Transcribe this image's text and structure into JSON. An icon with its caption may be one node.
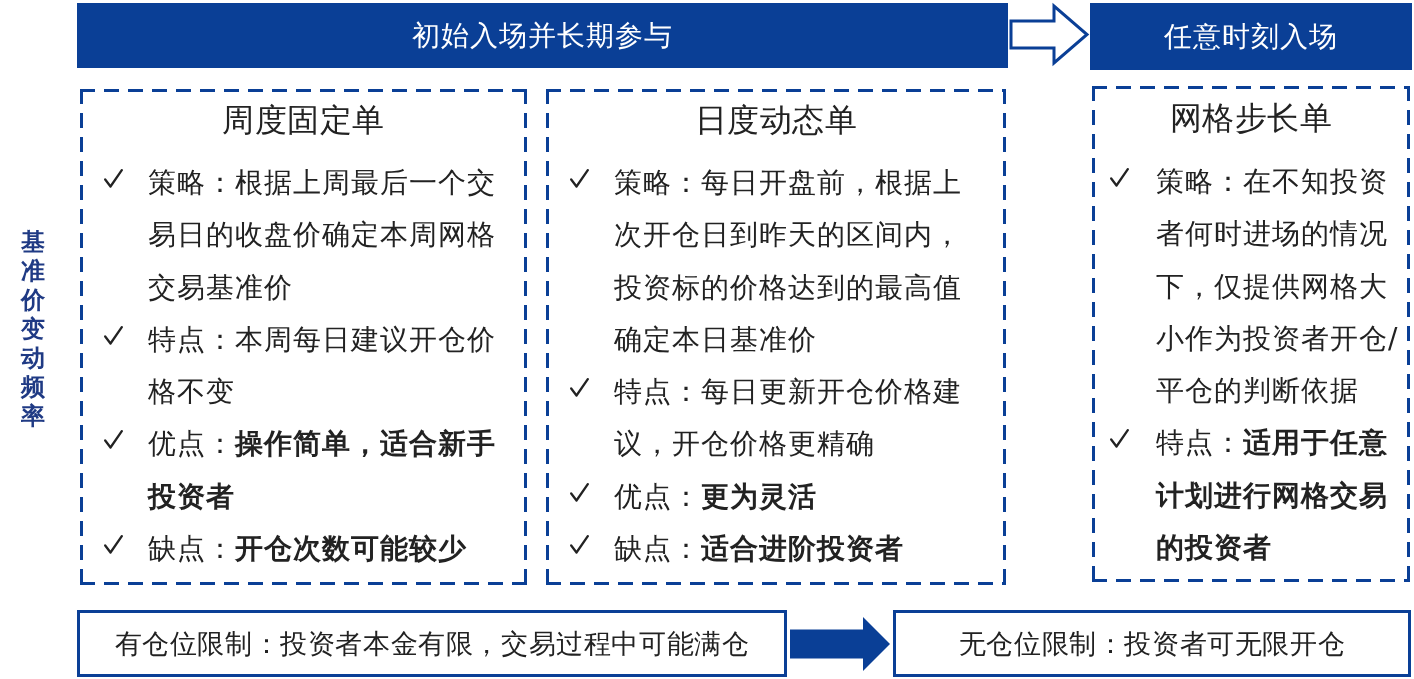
{
  "diagram": {
    "nodes": [
      {
        "text": [
          "初始入场并长期参与"
        ]
      },
      {
        "text": [
          "任意时刻入场"
        ]
      },
      {
        "text": [
          "周度固定单",
          "策略：根据上周最后一个交易日的收盘价确定本周网格交易基准价",
          "特点：本周每日建议开仓价格不变",
          "优点：**操作简单，适合新手投资者**",
          "缺点：**开仓次数可能较少**"
        ]
      },
      {
        "text": [
          "日度动态单",
          "策略：每日开盘前，根据上次开仓日到昨天的区间内，投资标的价格达到的最高值确定本日基准价",
          "特点：每日更新开仓价格建议，开仓价格更精确",
          "优点：**更为灵活**",
          "缺点：**适合进阶投资者**"
        ]
      },
      {
        "text": [
          "网格步长单",
          "策略：在不知投资者何时进场的情况下，仅提供网格大小作为投资者开仓/平仓的判断依据",
          "特点：**适用于任意计划进行网格交易的投资者**"
        ]
      },
      {
        "text": [
          "有仓位限制：投资者本金有限，交易过程中可能满仓"
        ]
      },
      {
        "text": [
          "无仓位限制：投资者可无限开仓"
        ]
      }
    ],
    "edges": [
      {
        "from": 0,
        "to": 1,
        "arrow": "to"
      },
      {
        "from": 5,
        "to": 6,
        "arrow": "to"
      }
    ],
    "labels": [
      "基准价变动频率"
    ]
  }
}
